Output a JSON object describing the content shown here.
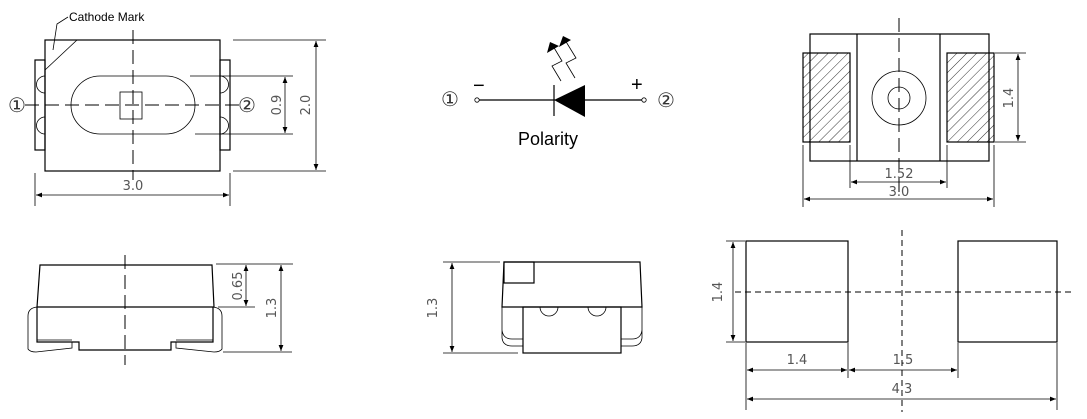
{
  "top_view": {
    "cathode_label": "Cathode Mark",
    "pin1": "①",
    "pin2": "②",
    "dim_width": "3.0",
    "dim_height": "2.0",
    "dim_lens": "0.9"
  },
  "polarity": {
    "pin1": "①",
    "pin2": "②",
    "minus": "−",
    "plus": "+",
    "title": "Polarity"
  },
  "bottom_view": {
    "dim_pad_height": "1.4",
    "dim_pad_gap": "1.52",
    "dim_width": "3.0"
  },
  "side_view": {
    "dim_upper": "0.65",
    "dim_total": "1.3"
  },
  "end_view": {
    "dim_height": "1.3"
  },
  "footprint": {
    "dim_height": "1.4",
    "dim_pad": "1.4",
    "dim_gap": "1.5",
    "dim_total": "4.3"
  }
}
